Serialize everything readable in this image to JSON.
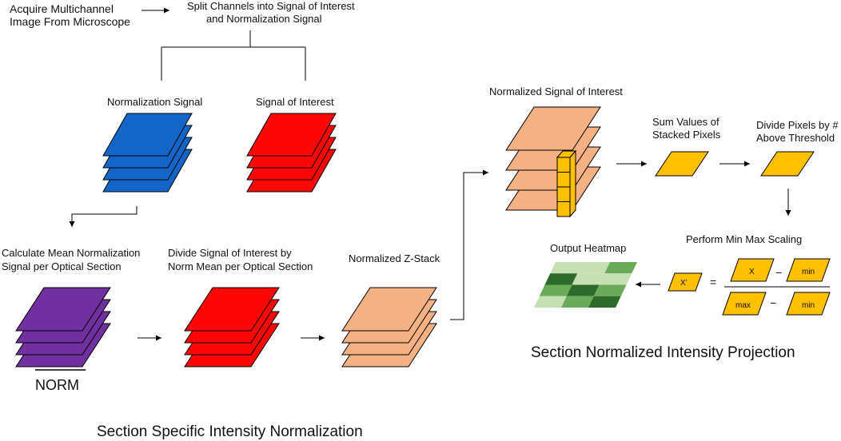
{
  "colors": {
    "blue": "#1366c8",
    "red": "#fd0606",
    "purple": "#7030a0",
    "peach": "#f4b183",
    "gold": "#ffc000",
    "heat_dark": "#2e6b2b",
    "heat_mid": "#6aab5a",
    "heat_light": "#c6e0b4"
  },
  "labels": {
    "acquire_1": "Acquire Multichannel",
    "acquire_2": "Image From Microscope",
    "split_1": "Split Channels into Signal of Interest",
    "split_2": "and Normalization Signal",
    "norm_signal": "Normalization Signal",
    "signal_interest": "Signal of Interest",
    "calc_mean_1": "Calculate Mean Normalization",
    "calc_mean_2": "Signal per Optical Section",
    "norm_bar": "NORM",
    "divide_1": "Divide Signal of Interest by",
    "divide_2": "Norm Mean per Optical Section",
    "norm_zstack": "Normalized Z-Stack",
    "norm_soi": "Normalized Signal of Interest",
    "sum_1": "Sum Values of",
    "sum_2": "Stacked Pixels",
    "divpix_1": "Divide Pixels by #",
    "divpix_2": "Above Threshold",
    "minmax": "Perform Min Max Scaling",
    "output_heatmap": "Output Heatmap",
    "x_prime": "X’",
    "equals": "=",
    "minus": "−",
    "var_x": "X",
    "var_min": "min",
    "var_max": "max",
    "var_min2": "min",
    "section_norm_title": "Section Normalized Intensity Projection",
    "section_specific_title": "Section Specific Intensity Normalization"
  },
  "heatmap": [
    [
      "light",
      "light",
      "mid"
    ],
    [
      "dark",
      "light",
      "light"
    ],
    [
      "mid",
      "dark",
      "mid"
    ],
    [
      "light",
      "mid",
      "dark"
    ]
  ]
}
